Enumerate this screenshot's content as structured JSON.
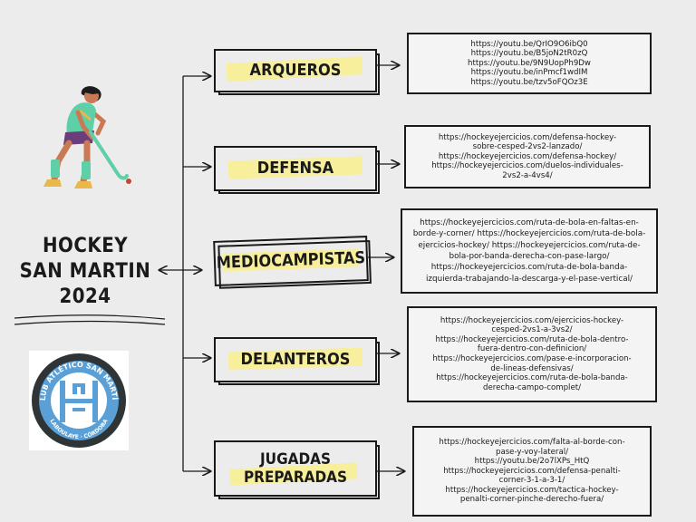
{
  "title": {
    "line1": "HOCKEY",
    "line2": "SAN MARTIN",
    "line3": "2024"
  },
  "logo": {
    "text_top": "CLUB ATLÉTICO SAN MARTÍN",
    "text_bottom": "LABOULAYE · CÓRDOBA"
  },
  "categories": [
    {
      "label": "ARQUEROS",
      "links": "https://youtu.be/QrIO9O6ibQ0\nhttps://youtu.be/B5joN2tR0zQ\nhttps://youtu.be/9N9UopPh9Dw\nhttps://youtu.be/inPmcf1wdIM\nhttps://youtu.be/tzv5oFQOz3E"
    },
    {
      "label": "DEFENSA",
      "links": "https://hockeyejercicios.com/defensa-hockey-\nsobre-cesped-2vs2-lanzado/\nhttps://hockeyejercicios.com/defensa-hockey/\nhttps://hockeyejercicios.com/duelos-individuales-\n2vs2-a-4vs4/"
    },
    {
      "label": "MEDIOCAMPISTAS",
      "links": "https://hockeyejercicios.com/ruta-de-bola-en-faltas-en-\nborde-y-corner/ https://hockeyejercicios.com/ruta-de-bola-\nejercicios-hockey/ https://hockeyejercicios.com/ruta-de-\nbola-por-banda-derecha-con-pase-largo/\nhttps://hockeyejercicios.com/ruta-de-bola-banda-\nizquierda-trabajando-la-descarga-y-el-pase-vertical/"
    },
    {
      "label": "DELANTEROS",
      "links": "https://hockeyejercicios.com/ejercicios-hockey-\ncesped-2vs1-a-3vs2/\nhttps://hockeyejercicios.com/ruta-de-bola-dentro-\nfuera-dentro-con-definicion/\nhttps://hockeyejercicios.com/pase-e-incorporacion-\nde-lineas-defensivas/\nhttps://hockeyejercicios.com/ruta-de-bola-banda-\nderecha-campo-complet/"
    },
    {
      "label": "JUGADAS\nPREPARADAS",
      "links": "https://hockeyejercicios.com/falta-al-borde-con-\npase-y-voy-lateral/\nhttps://youtu.be/2o7lXPs_HtQ\nhttps://hockeyejercicios.com/defensa-penalti-\ncorner-3-1-a-3-1/\nhttps://hockeyejercicios.com/tactica-hockey-\npenalti-corner-pinche-derecho-fuera/"
    }
  ],
  "colors": {
    "background": "#ececec",
    "highlight": "#f7ef9c",
    "player_jersey": "#5fcfa8",
    "logo_blue": "#5aa0d6"
  }
}
